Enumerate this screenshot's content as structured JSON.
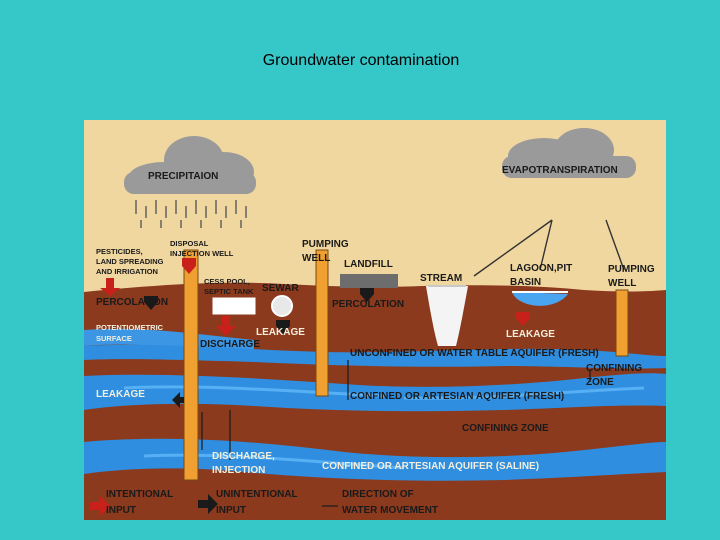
{
  "title": "Groundwater contamination",
  "labels": {
    "precipitation": "PRECIPITAION",
    "evapotranspiration": "EVAPOTRANSPIRATION",
    "pesticides": "PESTICIDES,",
    "land_spreading": "LAND SPREADING",
    "and_irrigation": "AND IRRIGATION",
    "disposal": "DISPOSAL",
    "injection_well": "INJECTION WELL",
    "pumping_well_1_a": "PUMPING",
    "pumping_well_1_b": "WELL",
    "landfill": "LANDFILL",
    "stream": "STREAM",
    "lagoon_a": "LAGOON,PIT",
    "lagoon_b": "BASIN",
    "pumping_well_2_a": "PUMPING",
    "pumping_well_2_b": "WELL",
    "cess_pool": "CESS POOL,",
    "septic_tank": "SEPTIC TANK",
    "sewar": "SEWAR",
    "percolation_1": "PERCOLATION",
    "percolation_2": "PERCOLATION",
    "potentiometric_a": "POTENTIOMETRIC",
    "potentiometric_b": "SURFACE",
    "leakage_1": "LEAKAGE",
    "leakage_2": "LEAKAGE",
    "leakage_3": "LEAKAGE",
    "discharge": "DISCHARGE",
    "unconfined_aquifer": "UNCONFINED OR WATER TABLE AQUIFER (FRESH)",
    "confining_zone_1_a": "CONFINING",
    "confining_zone_1_b": "ZONE",
    "confined_fresh": "CONFINED OR ARTESIAN AQUIFER (FRESH)",
    "confining_zone_2": "CONFINING ZONE",
    "discharge_injection_a": "DISCHARGE,",
    "discharge_injection_b": "INJECTION",
    "confined_saline": "CONFINED OR ARTESIAN AQUIFER (SALINE)"
  },
  "legend": {
    "intentional_a": "INTENTIONAL",
    "intentional_b": "INPUT",
    "unintentional_a": "UNINTENTIONAL",
    "unintentional_b": "INPUT",
    "direction_a": "DIRECTION OF",
    "direction_b": "WATER MOVEMENT"
  },
  "colors": {
    "page_background": "#36c7c9",
    "sky": "#f0d7a0",
    "soil": "#8b3a1e",
    "water": "#2f8ee0",
    "water_light": "#4aa5f0",
    "well_pipe": "#f0a030",
    "cloud": "#9a9a9a",
    "intentional_arrow": "#c8201a",
    "unintentional_arrow": "#1a1a1a"
  }
}
